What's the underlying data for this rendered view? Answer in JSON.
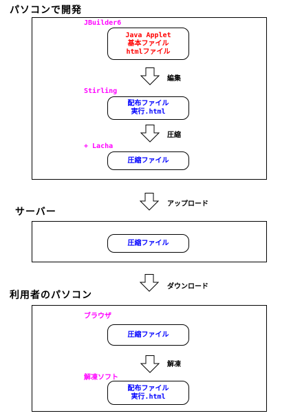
{
  "colors": {
    "tool_label": "#ff00ff",
    "file_text_red": "#ff0000",
    "file_text_blue": "#0000ff"
  },
  "developer_pc": {
    "title": "パソコンで開発",
    "jbuilder_label": "JBuilder6",
    "applet_box": {
      "line1": "Java Applet",
      "line2": "基本ファイル",
      "line3": "htmlファイル"
    },
    "edit_label": "編集",
    "stirling_label": "Stirling",
    "build_box": {
      "line1": "配布ファイル",
      "line2": "実行.html"
    },
    "compress_label": "圧縮",
    "lacha_label": "+ Lacha",
    "archive_box": {
      "line1": "圧縮ファイル"
    }
  },
  "upload_label": "アップロード",
  "server": {
    "title": "サーバー",
    "archive_box": {
      "line1": "圧縮ファイル"
    }
  },
  "download_label": "ダウンロード",
  "user_pc": {
    "title": "利用者のパソコン",
    "browser_label": "ブラウザ",
    "archive_box": {
      "line1": "圧縮ファイル"
    },
    "extract_label": "解凍",
    "extractor_label": "解凍ソフト",
    "result_box": {
      "line1": "配布ファイル",
      "line2": "実行.html"
    }
  }
}
